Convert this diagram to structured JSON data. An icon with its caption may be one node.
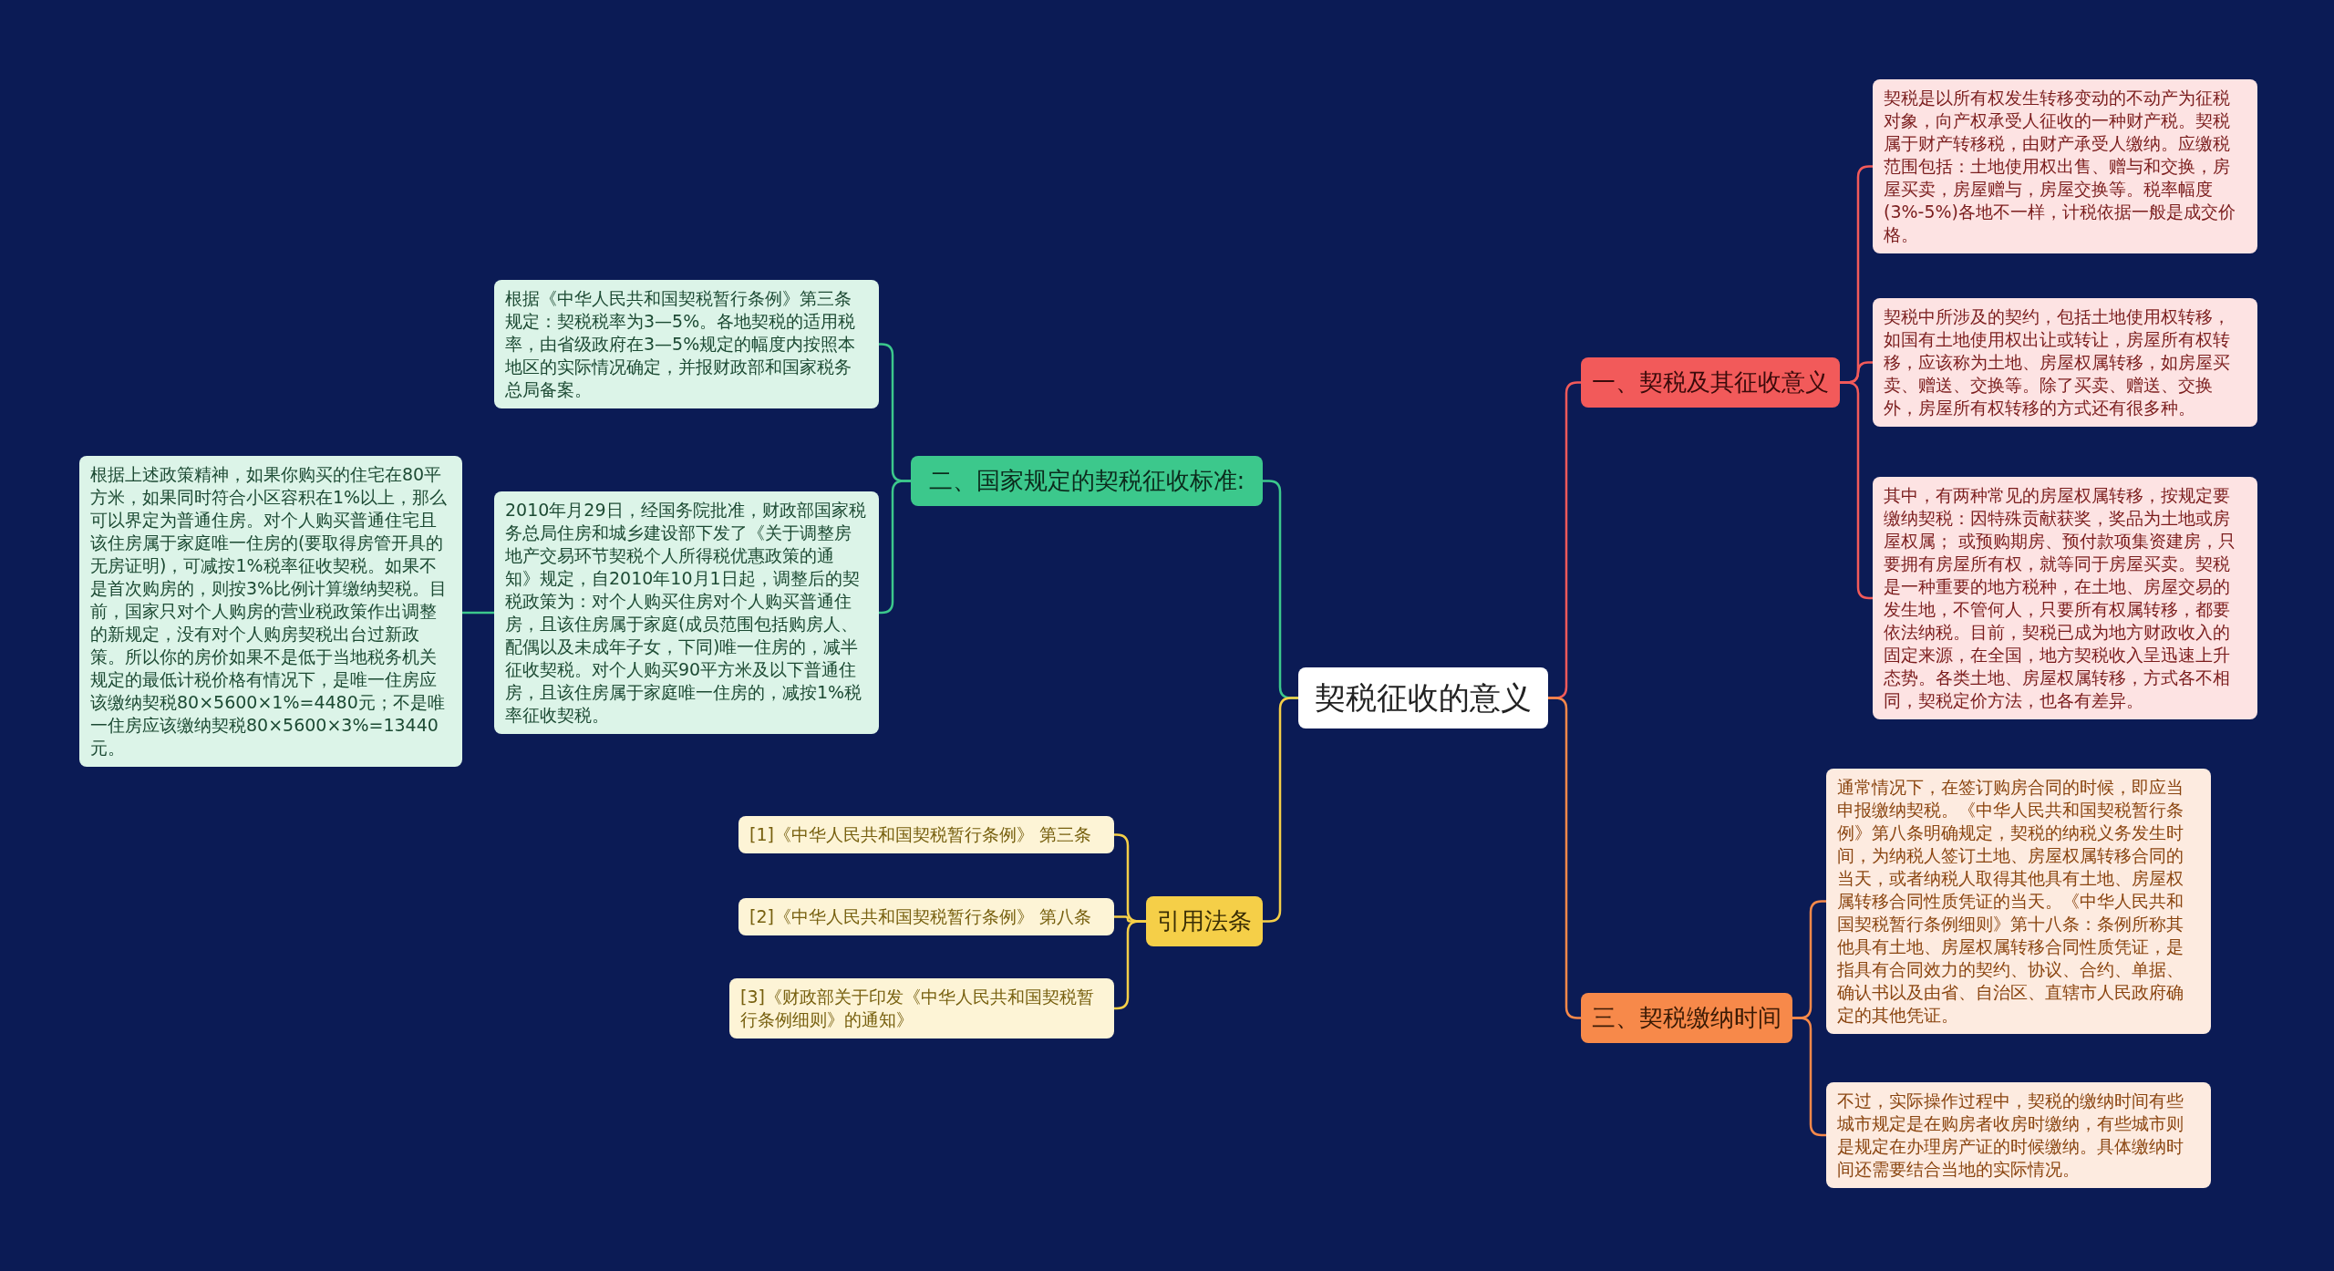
{
  "diagram": {
    "nodes": [
      {
        "text": [
          "契税征收的意义"
        ]
      },
      {
        "text": [
          "一、契税及其征收意义"
        ]
      },
      {
        "text": [
          "契税是以所有权发生转移变动的不动产为征税对象，向产权承受人征收的一种财产税。契税属于财产转移税，由财产承受人缴纳。应缴税范围包括：土地使用权出售、赠与和交换，房屋买卖，房屋赠与，房屋交换等。税率幅度(3%-5%)各地不一样，计税依据一般是成交价格。"
        ]
      },
      {
        "text": [
          "契税中所涉及的契约，包括土地使用权转移，如国有土地使用权出让或转让，房屋所有权转移，应该称为土地、房屋权属转移，如房屋买卖、赠送、交换等。除了买卖、赠送、交换外，房屋所有权转移的方式还有很多种。"
        ]
      },
      {
        "text": [
          "其中，有两种常见的房屋权属转移，按规定要缴纳契税：因特殊贡献获奖，奖品为土地或房屋权属； 或预购期房、预付款项集资建房，只要拥有房屋所有权，就等同于房屋买卖。契税是一种重要的地方税种，在土地、房屋交易的发生地，不管何人，只要所有权属转移，都要依法纳税。目前，契税已成为地方财政收入的固定来源，在全国，地方契税收入呈迅速上升态势。各类土地、房屋权属转移，方式各不相同，契税定价方法，也各有差异。"
        ]
      },
      {
        "text": [
          "三、契税缴纳时间"
        ]
      },
      {
        "text": [
          "通常情况下，在签订购房合同的时候，即应当申报缴纳契税。《中华人民共和国契税暂行条例》第八条明确规定，契税的纳税义务发生时间，为纳税人签订土地、房屋权属转移合同的当天，或者纳税人取得其他具有土地、房屋权属转移合同性质凭证的当天。《中华人民共和国契税暂行条例细则》第十八条：条例所称其他具有土地、房屋权属转移合同性质凭证，是指具有合同效力的契约、协议、合约、单据、确认书以及由省、自治区、直辖市人民政府确定的其他凭证。"
        ]
      },
      {
        "text": [
          "不过，实际操作过程中，契税的缴纳时间有些城市规定是在购房者收房时缴纳，有些城市则是规定在办理房产证的时候缴纳。具体缴纳时间还需要结合当地的实际情况。"
        ]
      },
      {
        "text": [
          "二、国家规定的契税征收标准:"
        ]
      },
      {
        "text": [
          "根据《中华人民共和国契税暂行条例》第三条规定：契税税率为3—5%。各地契税的适用税率，由省级政府在3—5%规定的幅度内按照本地区的实际情况确定，并报财政部和国家税务总局备案。"
        ]
      },
      {
        "text": [
          "2010年月29日，经国务院批准，财政部国家税务总局住房和城乡建设部下发了《关于调整房地产交易环节契税个人所得税优惠政策的通知》规定，自2010年10月1日起，调整后的契税政策为：对个人购买住房对个人购买普通住房，且该住房属于家庭(成员范围包括购房人、配偶以及未成年子女，下同)唯一住房的，减半征收契税。对个人购买90平方米及以下普通住房，且该住房属于家庭唯一住房的，减按1%税率征收契税。"
        ]
      },
      {
        "text": [
          "根据上述政策精神，如果你购买的住宅在80平方米，如果同时符合小区容积在1%以上，那么可以界定为普通住房。对个人购买普通住宅且该住房属于家庭唯一住房的(要取得房管开具的无房证明)，可减按1%税率征收契税。如果不是首次购房的，则按3%比例计算缴纳契税。目前，国家只对个人购房的营业税政策作出调整的新规定，没有对个人购房契税出台过新政策。所以你的房价如果不是低于当地税务机关规定的最低计税价格有情况下，是唯一住房应该缴纳契税80×5600×1%=4480元；不是唯一住房应该缴纳契税80×5600×3%=13440元。"
        ]
      },
      {
        "text": [
          "引用法条"
        ]
      },
      {
        "text": [
          "[1]《中华人民共和国契税暂行条例》 第三条"
        ]
      },
      {
        "text": [
          "[2]《中华人民共和国契税暂行条例》 第八条"
        ]
      },
      {
        "text": [
          "[3]《财政部关于印发《中华人民共和国契税暂行条例细则》的通知》"
        ]
      }
    ],
    "edges": [
      {
        "from": 0,
        "to": 1,
        "arrow": "none",
        "color": "#f25a5a"
      },
      {
        "from": 1,
        "to": 2,
        "arrow": "none",
        "color": "#f25a5a"
      },
      {
        "from": 1,
        "to": 3,
        "arrow": "none",
        "color": "#f25a5a"
      },
      {
        "from": 1,
        "to": 4,
        "arrow": "none",
        "color": "#f25a5a"
      },
      {
        "from": 0,
        "to": 5,
        "arrow": "none",
        "color": "#f7894a"
      },
      {
        "from": 5,
        "to": 6,
        "arrow": "none",
        "color": "#f7894a"
      },
      {
        "from": 5,
        "to": 7,
        "arrow": "none",
        "color": "#f7894a"
      },
      {
        "from": 0,
        "to": 8,
        "arrow": "none",
        "color": "#3cc88c"
      },
      {
        "from": 8,
        "to": 9,
        "arrow": "none",
        "color": "#3cc88c"
      },
      {
        "from": 8,
        "to": 10,
        "arrow": "none",
        "color": "#3cc88c"
      },
      {
        "from": 10,
        "to": 11,
        "arrow": "none",
        "color": "#3cc88c"
      },
      {
        "from": 0,
        "to": 12,
        "arrow": "none",
        "color": "#f5cf48"
      },
      {
        "from": 12,
        "to": 13,
        "arrow": "none",
        "color": "#f5cf48"
      },
      {
        "from": 12,
        "to": 14,
        "arrow": "none",
        "color": "#f5cf48"
      },
      {
        "from": 12,
        "to": 15,
        "arrow": "none",
        "color": "#f5cf48"
      }
    ]
  }
}
